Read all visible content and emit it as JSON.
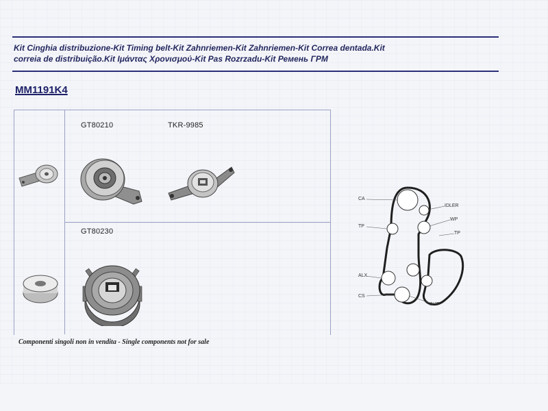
{
  "header": {
    "title_line1": "Kit Cinghia distribuzione-Kit Timing belt-Kit Zahnriemen-Kit Zahnriemen-Kit Correa dentada.Kit",
    "title_line2": "correia de distribuição.Kit Ιμάντας Χρονισμού-Kit Pas Rozrzadu-Kit Ремень ГРМ"
  },
  "kit_code": "MM1191K4",
  "components": {
    "top_left_code": "GT80210",
    "top_right_code": "TKR-9985",
    "bottom_code": "GT80230"
  },
  "footnote": "Componenti singoli non in vendita - Single components not for sale",
  "belt_diagram": {
    "labels": [
      "CA",
      "IDLER",
      "WP",
      "TP",
      "TP",
      "ALX",
      "CS",
      "INJP"
    ]
  },
  "icons": [
    "tensioner-pulley-icon",
    "idler-pulley-icon",
    "toothed-sprocket-icon",
    "belt-routing-diagram"
  ],
  "colors": {
    "rule": "#2a2f78",
    "title": "#23275e",
    "grid": "#9aa0c2"
  }
}
